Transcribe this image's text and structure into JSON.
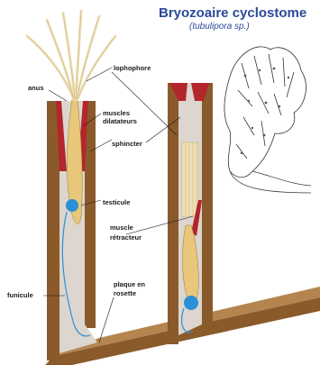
{
  "title": "Bryozoaire cyclostome",
  "subtitle": "(tubulipora sp.)",
  "labels": {
    "anus": "anus",
    "lophophore": "lophophore",
    "muscles_line1": "muscles",
    "muscles_line2": "dilatateurs",
    "sphincter": "sphincter",
    "testicule": "testicule",
    "muscle_line1": "muscle",
    "muscle_line2": "rétracteur",
    "plaque_line1": "plaque en",
    "plaque_line2": "rosette",
    "funicule": "funicule"
  },
  "colors": {
    "title": "#2b4a9b",
    "tube_wall": "#8a5a2b",
    "tube_inner": "#dcd6cf",
    "muscle": "#b3262b",
    "gonad": "#2a8fd6",
    "tentacle": "#efe2b8"
  }
}
